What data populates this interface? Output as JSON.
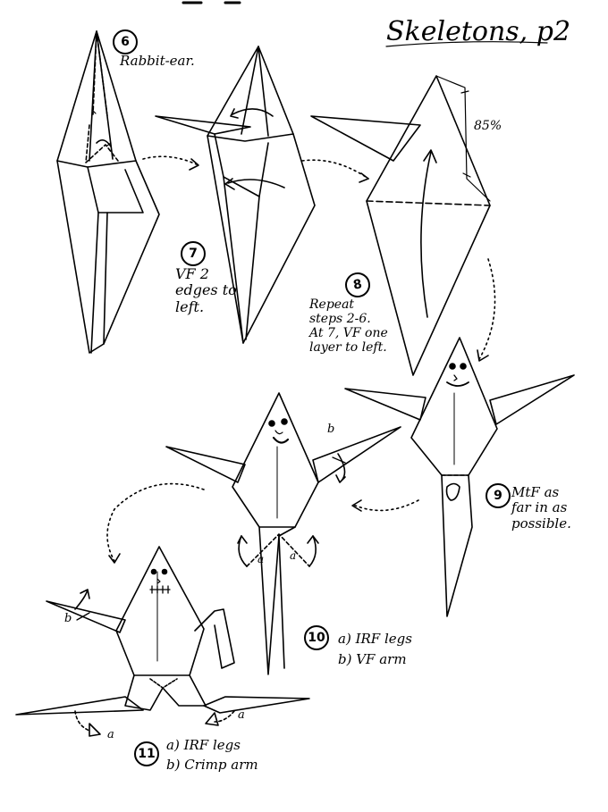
{
  "title": "Skeletons, p2",
  "steps": [
    {
      "number": "6",
      "text": "Rabbit-ear."
    },
    {
      "number": "7",
      "text": "VF 2\nedges to\nleft."
    },
    {
      "number": "8",
      "text": "Repeat\nsteps 2-6.\nAt 7, VF one\nlayer to left."
    },
    {
      "number": "9",
      "text": "MtF as\nfar in as\npossible."
    },
    {
      "number": "10",
      "text": "a) IRF legs\nb) VF arm"
    },
    {
      "number": "11",
      "text": "a) IRF legs\nb) Crimp arm"
    }
  ],
  "annotations": {
    "scale": "85%",
    "mark_a": "a",
    "mark_b": "b"
  },
  "colors": {
    "ink": "#000000",
    "paper": "#ffffff"
  }
}
